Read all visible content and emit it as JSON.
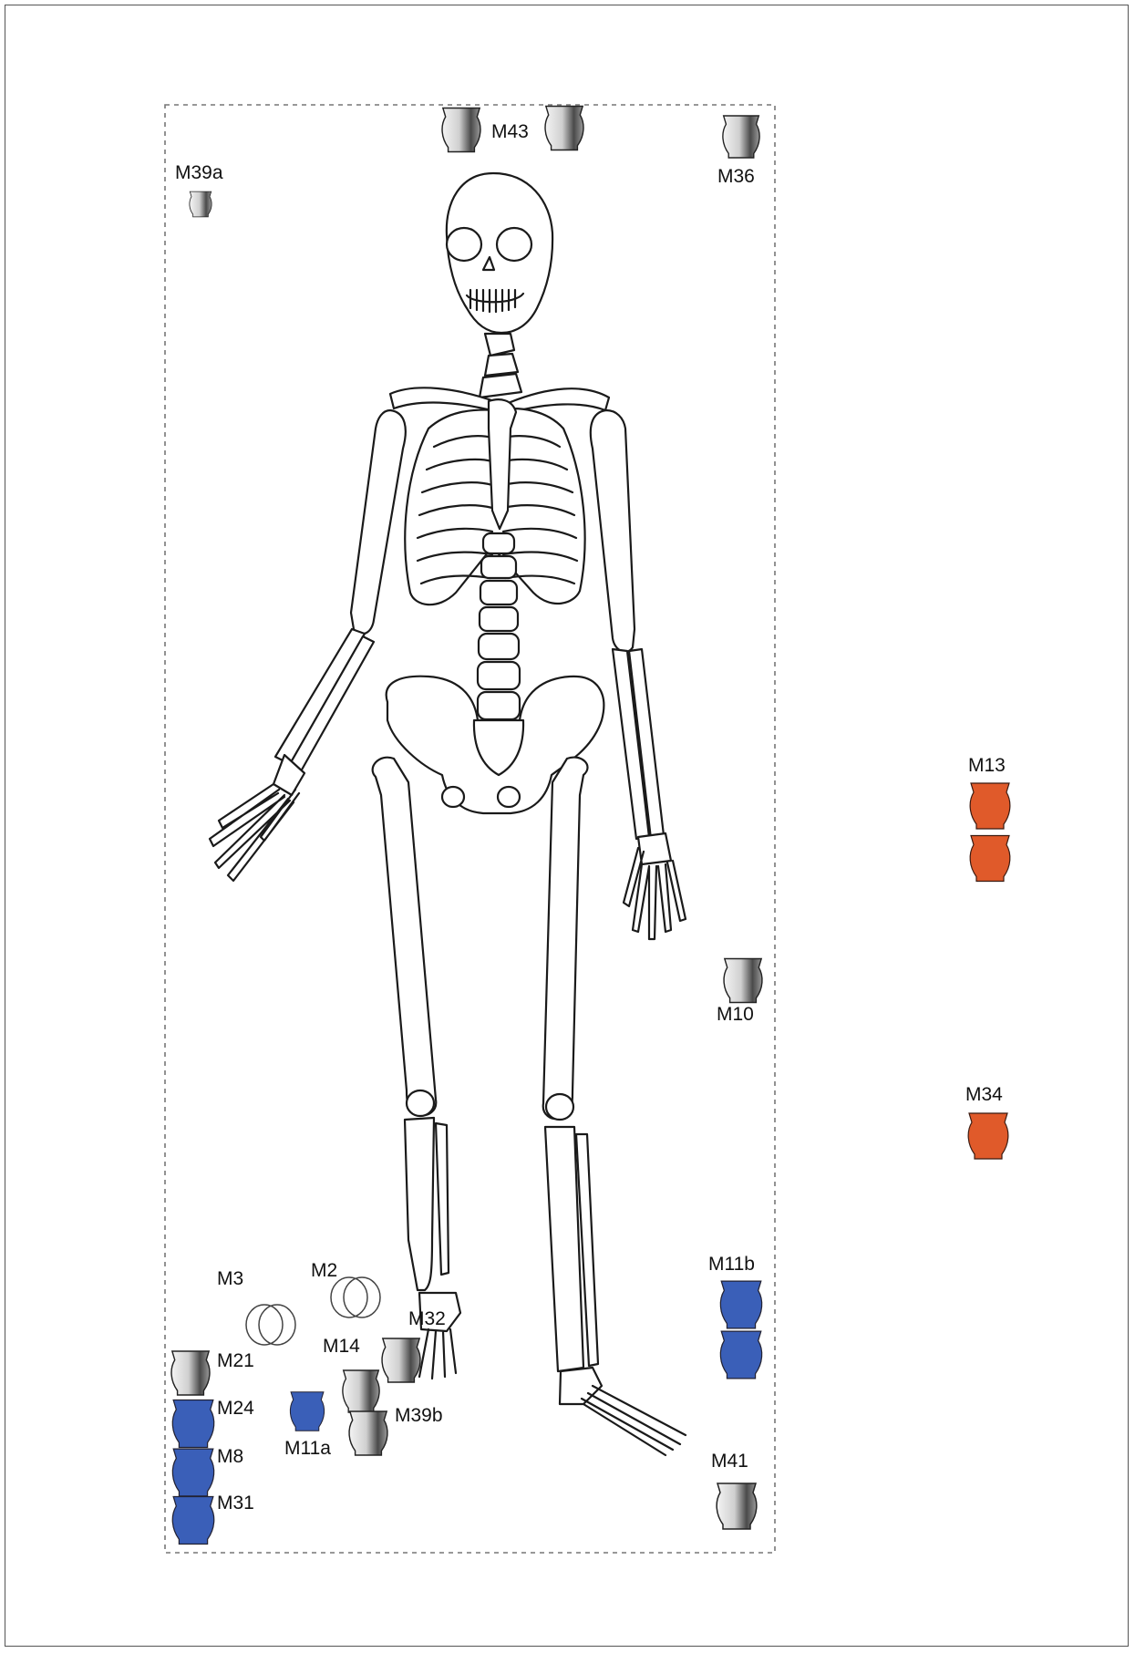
{
  "colors": {
    "pot_blue": "#3a5fb8",
    "pot_orange": "#e05a2a",
    "pot_gray": "#d7d7d7",
    "bone_outline": "#1a1a1a",
    "dashed_border": "#777777"
  },
  "labels": {
    "M43": "M43",
    "M39a": "M39a",
    "M36": "M36",
    "M13": "M13",
    "M10": "M10",
    "M34": "M34",
    "M11b": "M11b",
    "M41": "M41",
    "M3": "M3",
    "M2": "M2",
    "M32": "M32",
    "M21": "M21",
    "M14": "M14",
    "M24": "M24",
    "M11a": "M11a",
    "M39b": "M39b",
    "M8": "M8",
    "M31": "M31"
  }
}
